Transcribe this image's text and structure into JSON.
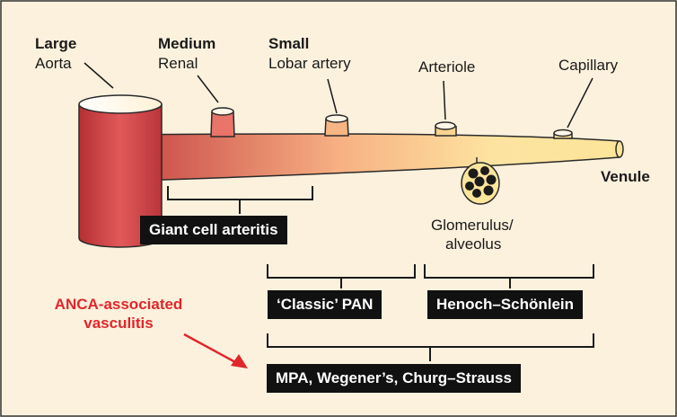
{
  "colors": {
    "background": "#fcf1dd",
    "vessel_dark": "#c83a3a",
    "vessel_light": "#fde59a",
    "label_box": "#111111",
    "highlight": "#e0262b"
  },
  "vessel_sizes": {
    "large": {
      "size": "Large",
      "vessel": "Aorta"
    },
    "medium": {
      "size": "Medium",
      "vessel": "Renal"
    },
    "small": {
      "size": "Small",
      "vessel": "Lobar artery"
    },
    "arteriole": "Arteriole",
    "capillary": "Capillary",
    "venule": "Venule",
    "glomerulus_line1": "Glomerulus/",
    "glomerulus_line2": "alveolus"
  },
  "diseases": {
    "giant_cell": "Giant cell arteritis",
    "classic_pan": "‘Classic’ PAN",
    "henoch": "Henoch–Schönlein",
    "anca_group": "MPA, Wegener’s, Churg–Strauss"
  },
  "anca": {
    "line1": "ANCA-associated",
    "line2": "vasculitis"
  }
}
